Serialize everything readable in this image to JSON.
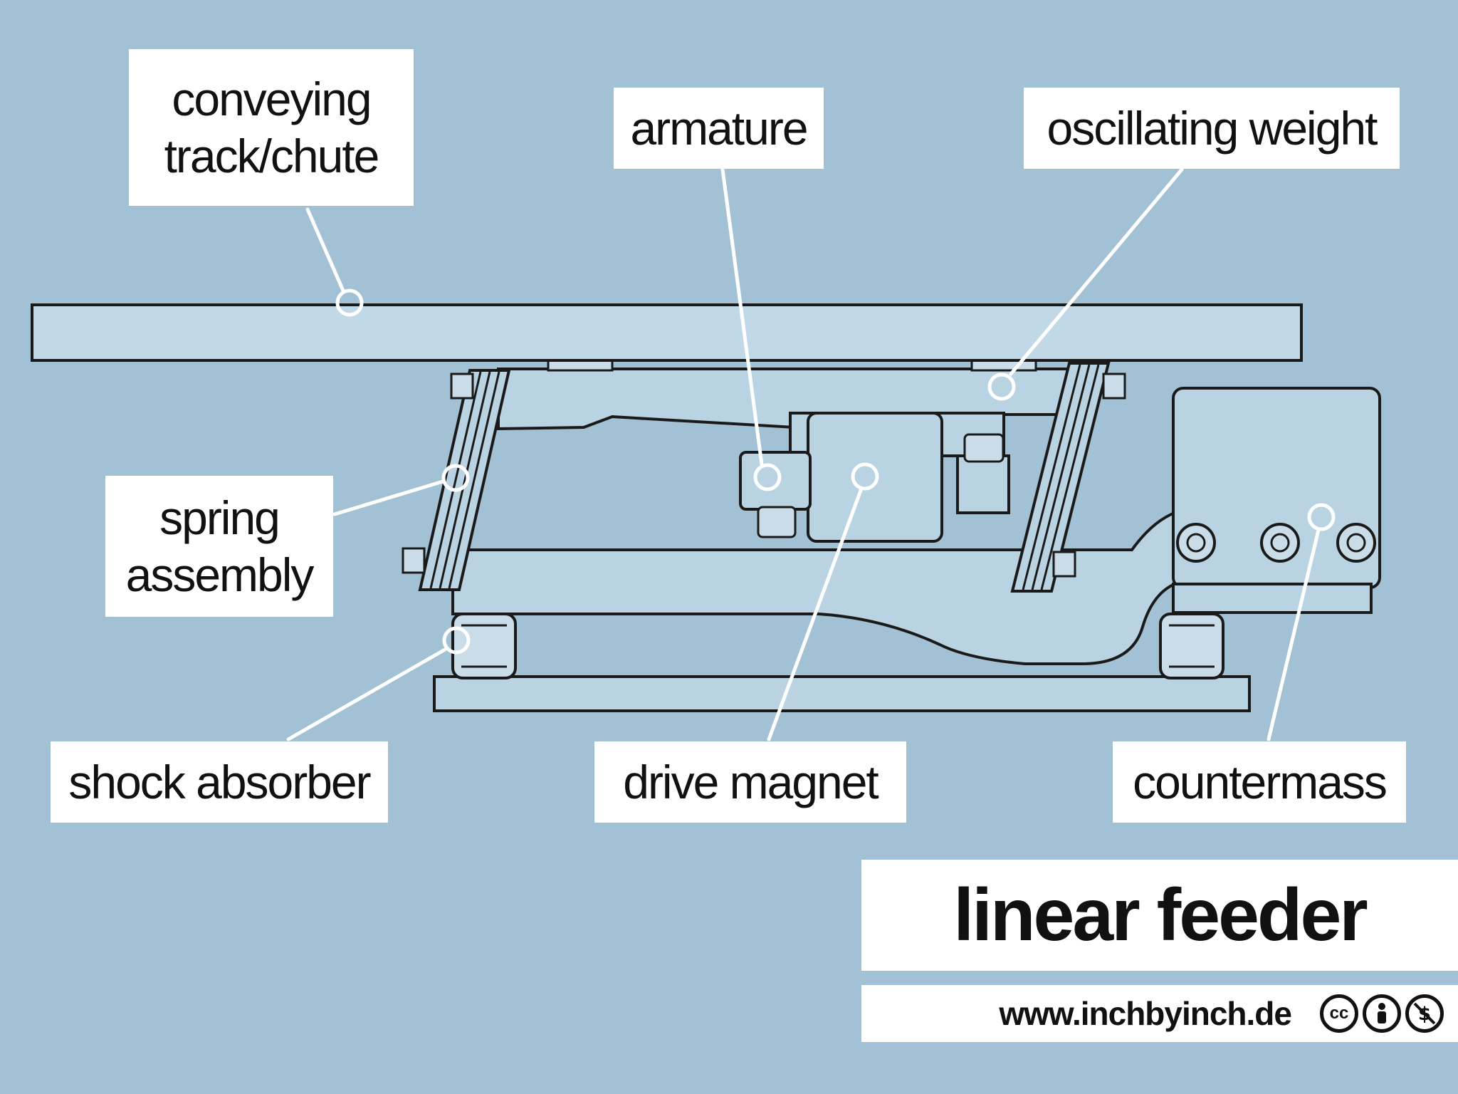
{
  "title": "linear feeder",
  "credit": "www.inchbyinch.de",
  "labels": {
    "conveying_line1": "conveying",
    "conveying_line2": "track/chute",
    "armature": "armature",
    "oscillating": "oscillating weight",
    "spring_line1": "spring",
    "spring_line2": "assembly",
    "shock": "shock absorber",
    "drive": "drive magnet",
    "countermass": "countermass"
  },
  "license_icons": [
    "cc-icon",
    "by-person-icon",
    "noncommercial-icon"
  ],
  "colors": {
    "background": "#a2c1d4",
    "machine_fill": "#b9d3e3",
    "outline": "#1a1a1a",
    "label_bg": "#ffffff",
    "leader": "#ffffff"
  }
}
